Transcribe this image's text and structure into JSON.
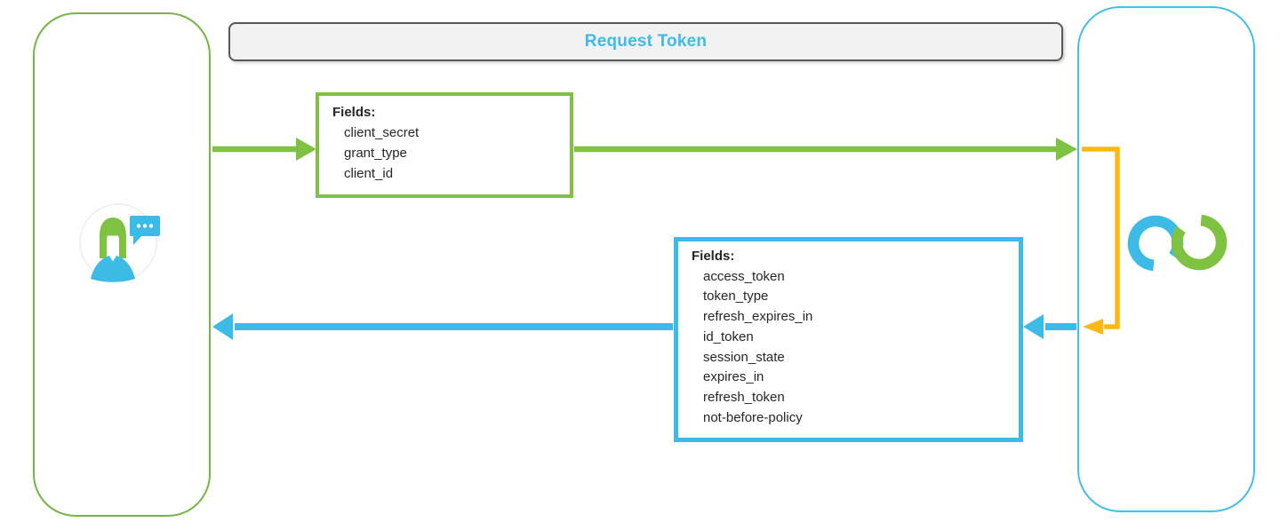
{
  "header": {
    "title": "Request Token"
  },
  "request_box": {
    "label": "Fields:",
    "fields": [
      "client_secret",
      "grant_type",
      "client_id"
    ]
  },
  "response_box": {
    "label": "Fields:",
    "fields": [
      "access_token",
      "token_type",
      "refresh_expires_in",
      "id_token",
      "session_state",
      "expires_in",
      "refresh_token",
      "not-before-policy"
    ]
  },
  "icons": {
    "user": "user-with-speech-bubble-icon",
    "idp": "interlocked-rings-icon"
  },
  "colors": {
    "green": "#7fc241",
    "blue": "#3cbbe6",
    "orange": "#fcb813",
    "title_blue": "#3fbbe8",
    "bar_fill": "#f2f2f2",
    "bar_border": "#595959",
    "text": "#262626",
    "green_border": "#74b544",
    "blue_border": "#45bee9"
  }
}
